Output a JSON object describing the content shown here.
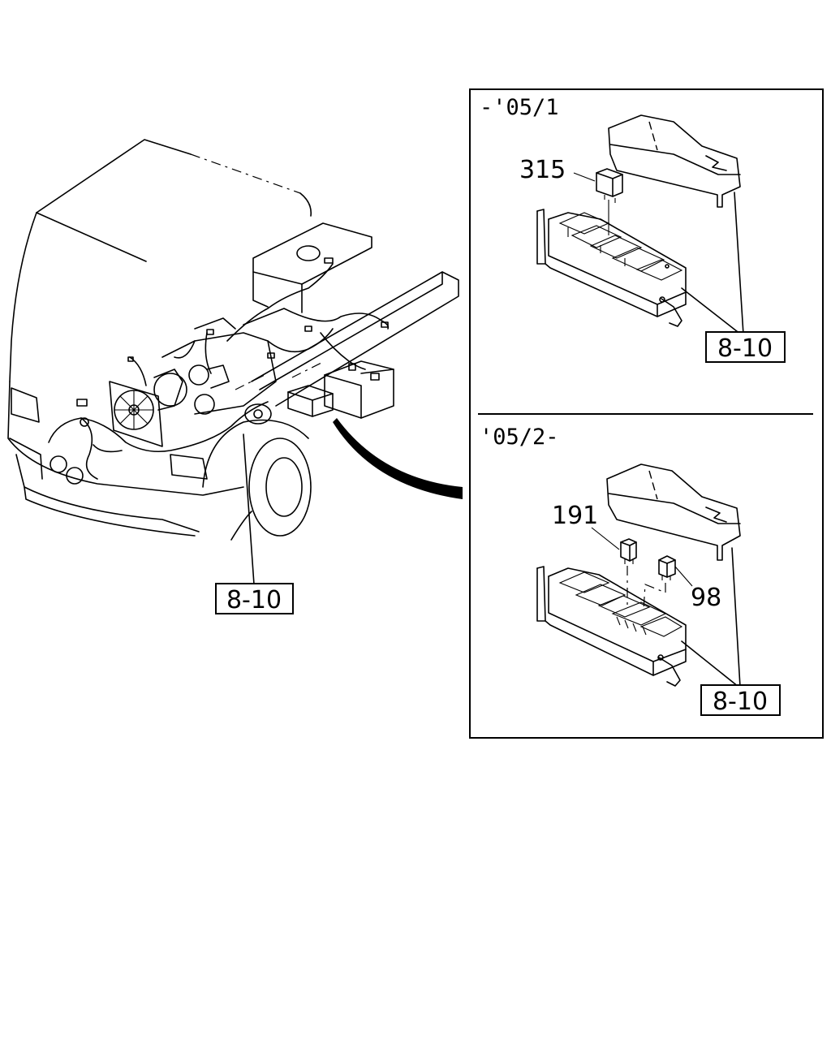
{
  "main_view": {
    "callout": "8-10"
  },
  "inset": {
    "top_panel": {
      "period": "-'05/1",
      "part_relay": "315",
      "callout": "8-10"
    },
    "bottom_panel": {
      "period": "'05/2-",
      "part_relay_a": "191",
      "part_relay_b": "98",
      "callout": "8-10"
    }
  }
}
